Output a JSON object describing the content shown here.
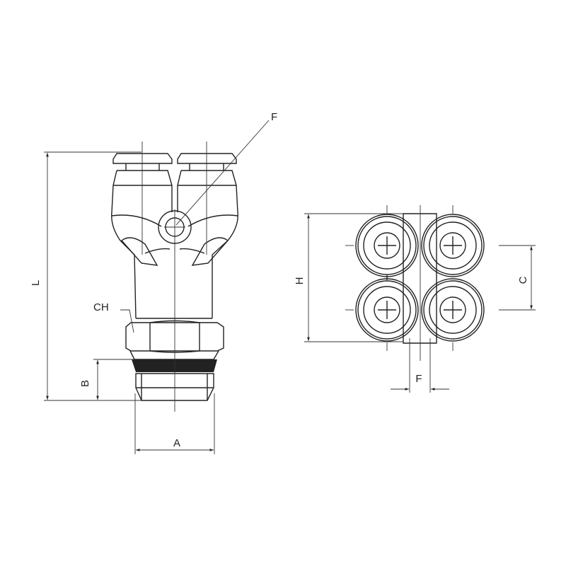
{
  "labels": {
    "side_F": "F",
    "L": "L",
    "CH": "CH",
    "B": "B",
    "A": "A",
    "H": "H",
    "C": "C",
    "front_F": "F"
  },
  "colors": {
    "line": "#222222",
    "oring": "#222222",
    "background": "#ffffff"
  }
}
